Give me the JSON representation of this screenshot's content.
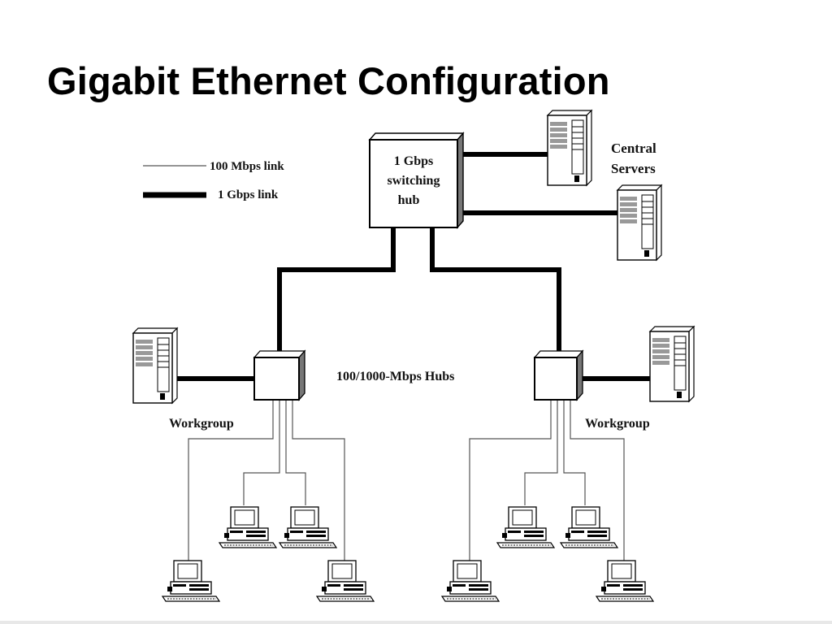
{
  "slide": {
    "title": "Gigabit Ethernet Configuration"
  },
  "legend": {
    "items": [
      {
        "label": "100 Mbps link",
        "link_type": "thin"
      },
      {
        "label": "1 Gbps link",
        "link_type": "thick"
      }
    ]
  },
  "diagram": {
    "switch": {
      "lines": [
        "1 Gbps",
        "switching",
        "hub"
      ]
    },
    "central_servers_label": [
      "Central",
      "Servers"
    ],
    "hubs_label": "100/1000-Mbps Hubs",
    "workgroups": [
      "Workgroup",
      "Workgroup"
    ]
  },
  "colors": {
    "thin_link": "#555555",
    "thick_link": "#000000",
    "screen_stripes": "#999999"
  },
  "icons": [
    "server-tower-icon",
    "desktop-pc-icon",
    "hub-box-icon"
  ]
}
